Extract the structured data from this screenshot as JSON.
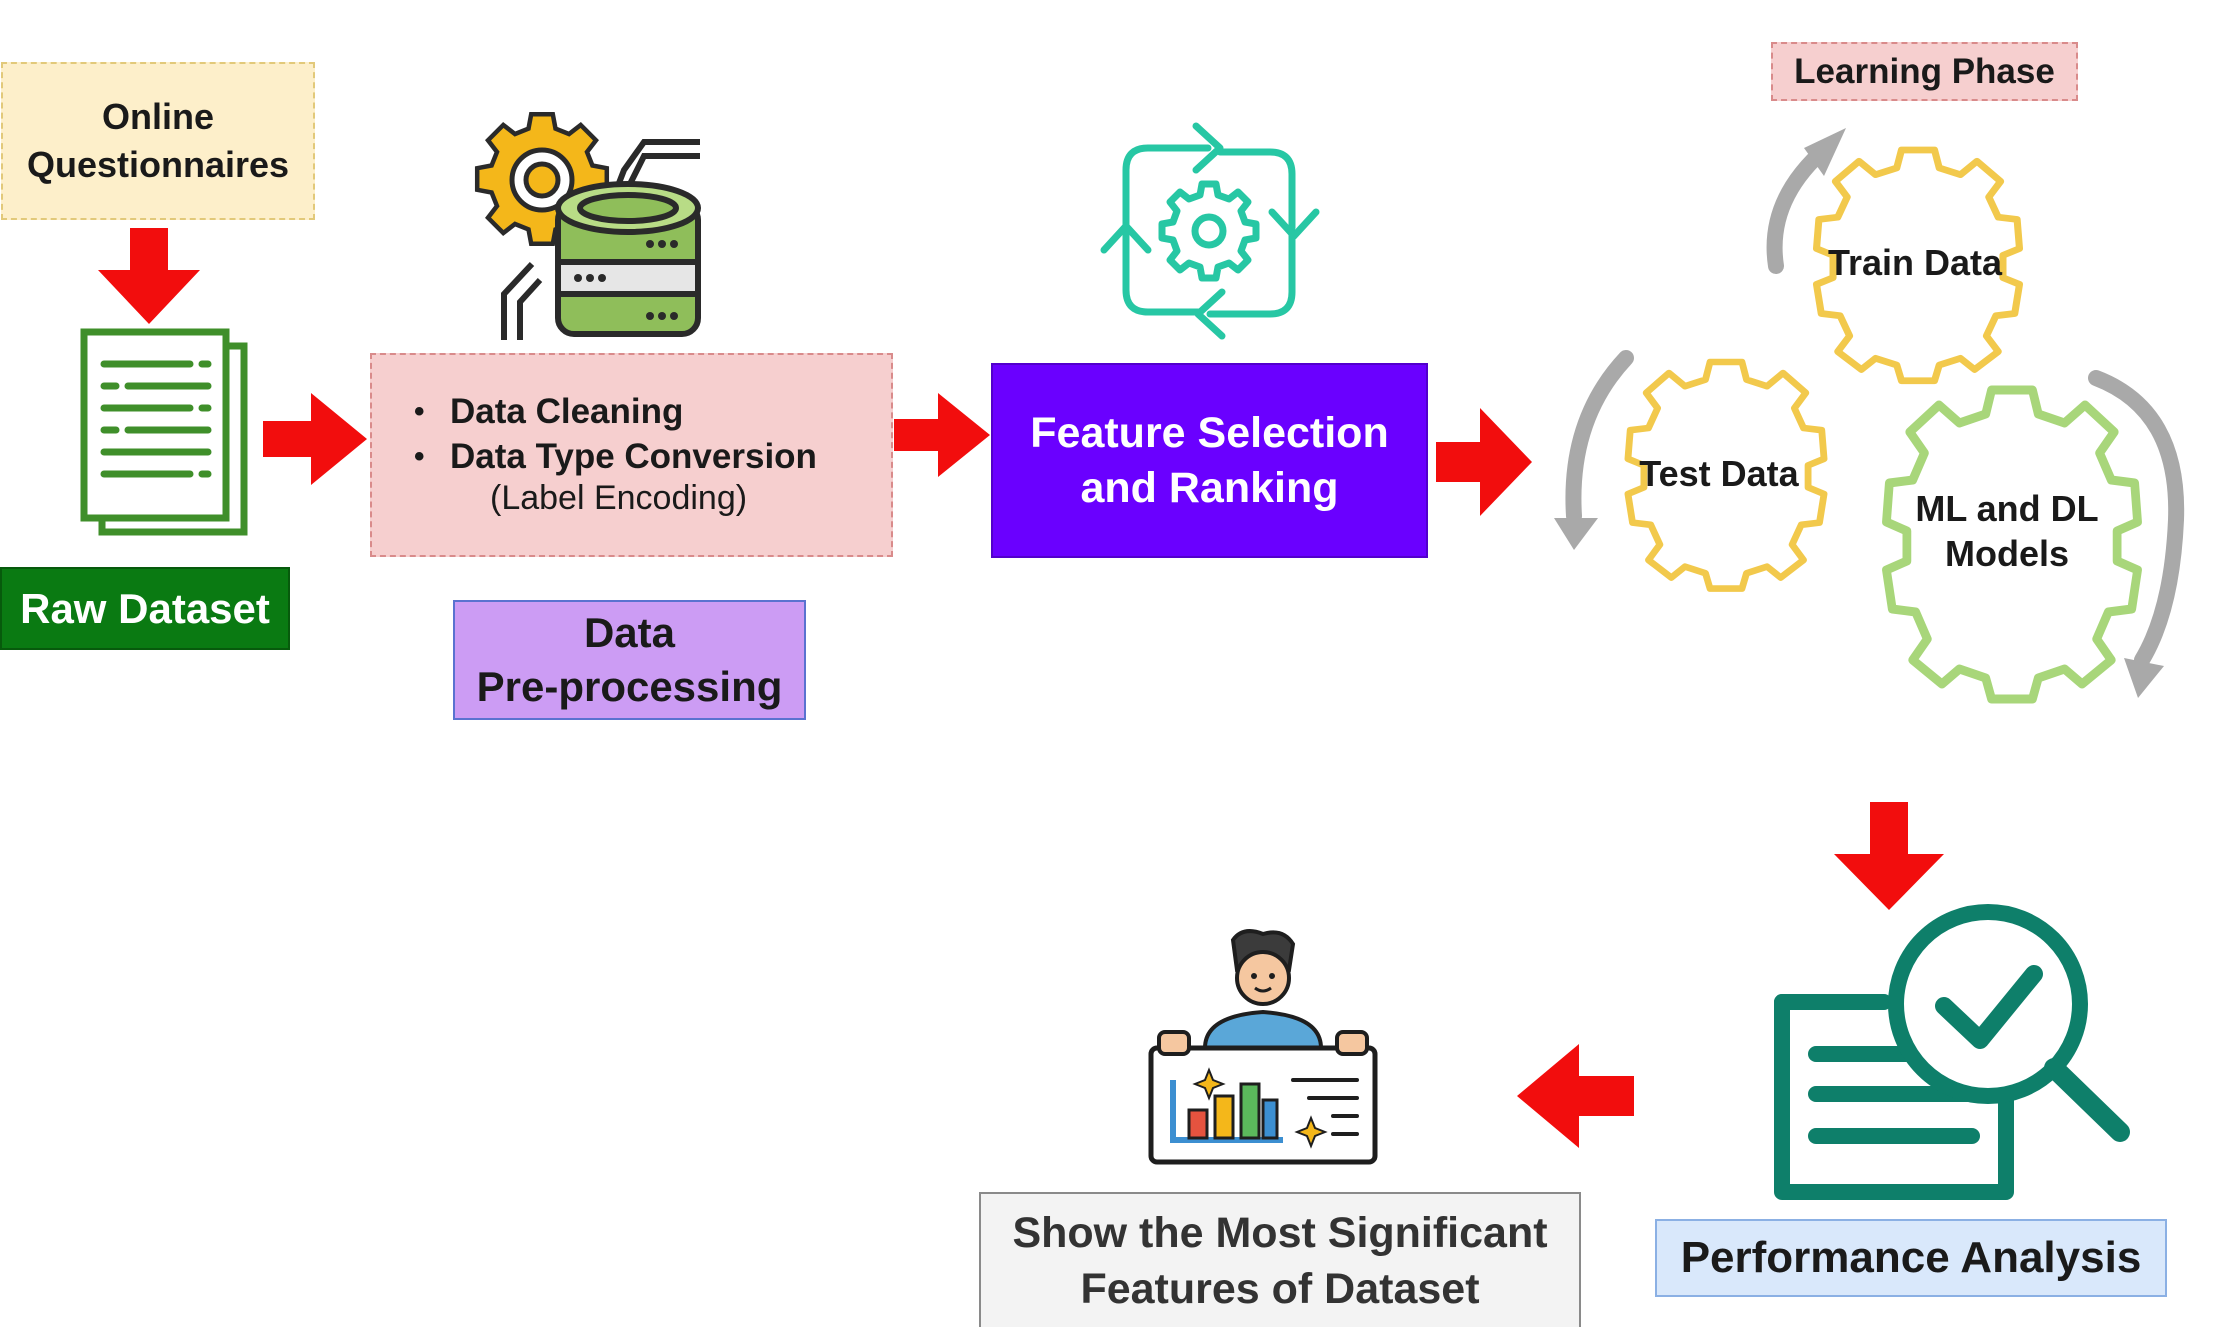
{
  "source": {
    "line1": "Online",
    "line2": "Questionnaires"
  },
  "raw_dataset": {
    "label": "Raw Dataset"
  },
  "preprocessing": {
    "items": [
      "Data Cleaning",
      "Data Type Conversion"
    ],
    "note": "(Label Encoding)",
    "label_line1": "Data",
    "label_line2": "Pre-processing"
  },
  "feature": {
    "line1": "Feature Selection",
    "line2": "and Ranking"
  },
  "learning": {
    "phase_label": "Learning Phase",
    "train_gear": "Train Data",
    "test_gear": "Test Data",
    "models_line1": "ML and DL",
    "models_line2": "Models"
  },
  "performance": {
    "label": "Performance Analysis"
  },
  "result": {
    "line1": "Show the Most Significant",
    "line2": "Features of Dataset"
  },
  "colors": {
    "arrow": "#f20d0d",
    "raw_dataset": "#0a7a12",
    "feature_box": "#6a00ff",
    "preproc_label": "#cc9cf4",
    "gear_yellow": "#f2c94c",
    "gear_green": "#a8d67a",
    "teal_icon": "#0e7f6a"
  },
  "icons": [
    "document-icon",
    "gear-database-icon",
    "refresh-gear-icon",
    "performance-search-icon",
    "presenter-chart-icon"
  ]
}
